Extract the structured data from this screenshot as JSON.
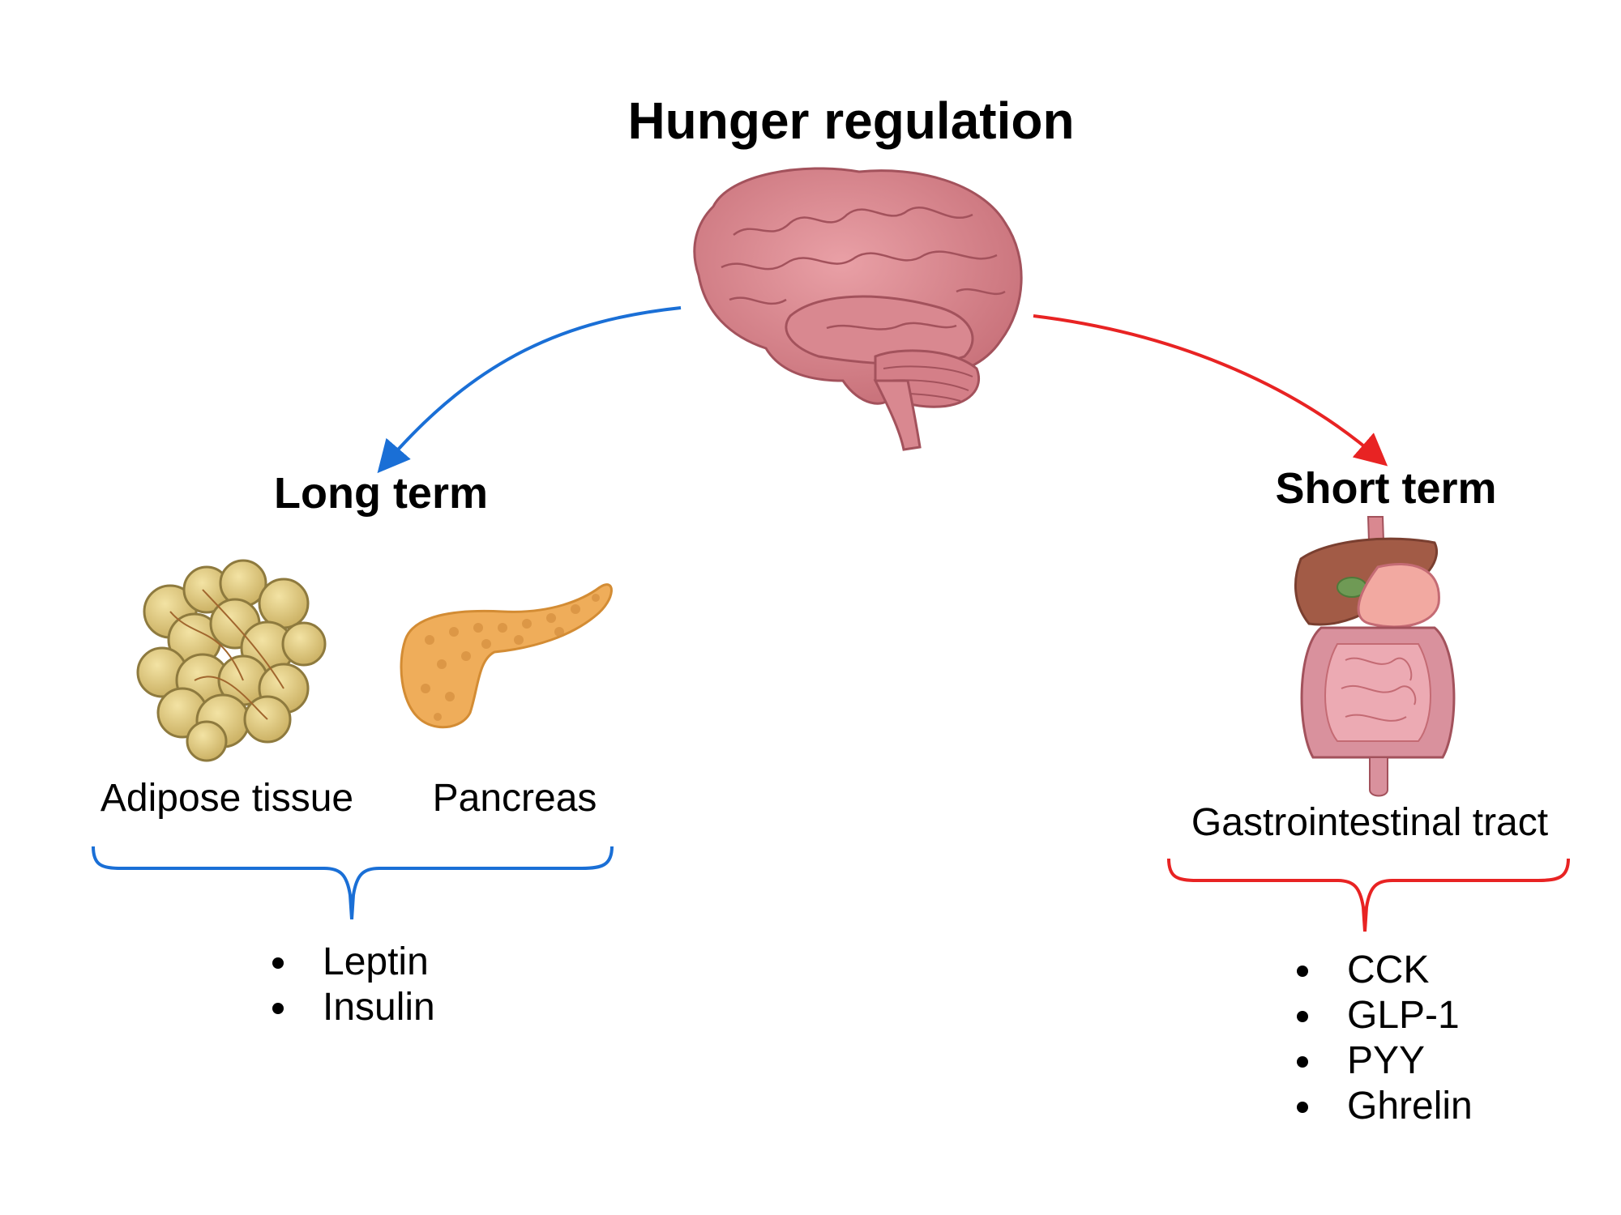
{
  "title": "Hunger regulation",
  "long_term": {
    "heading": "Long term",
    "color": "#1a6fd6",
    "organs": [
      "Adipose tissue",
      "Pancreas"
    ],
    "hormones": [
      "Leptin",
      "Insulin"
    ]
  },
  "short_term": {
    "heading": "Short term",
    "color": "#e82323",
    "organs": [
      "Gastrointestinal tract"
    ],
    "hormones": [
      "CCK",
      "GLP-1",
      "PYY",
      "Ghrelin"
    ]
  },
  "icons": {
    "brain": "brain-icon",
    "adipose": "adipose-tissue-icon",
    "pancreas": "pancreas-icon",
    "gi": "gastrointestinal-tract-icon"
  }
}
